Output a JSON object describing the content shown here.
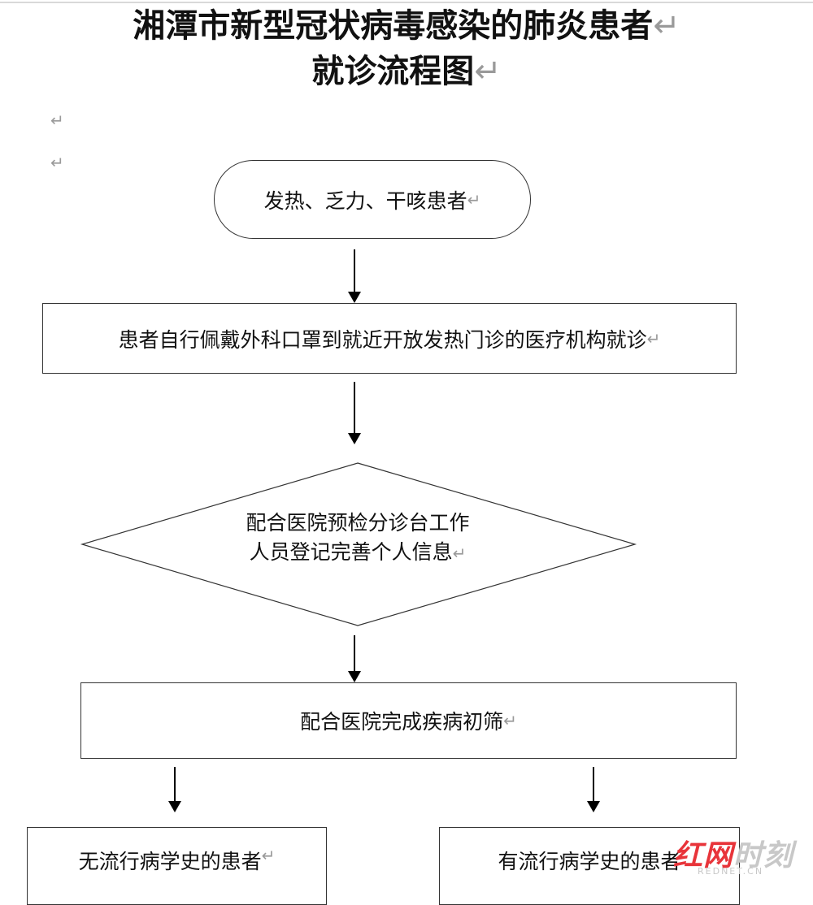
{
  "title": {
    "line1": "湘潭市新型冠状病毒感染的肺炎患者",
    "line2": "就诊流程图"
  },
  "paragraph_mark": "↵",
  "nodes": {
    "start": "发热、乏力、干咳患者",
    "step1": "患者自行佩戴外科口罩到就近开放发热门诊的医疗机构就诊",
    "decision_line1": "配合医院预检分诊台工作",
    "decision_line2": "人员登记完善个人信息",
    "step2": "配合医院完成疾病初筛",
    "branch_left": "无流行病学史的患者",
    "branch_right": "有流行病学史的患者"
  },
  "watermark": {
    "brand_red": "红网",
    "brand_grey": "时刻",
    "url": "REDNET.CN",
    "color": "#e8343a"
  }
}
